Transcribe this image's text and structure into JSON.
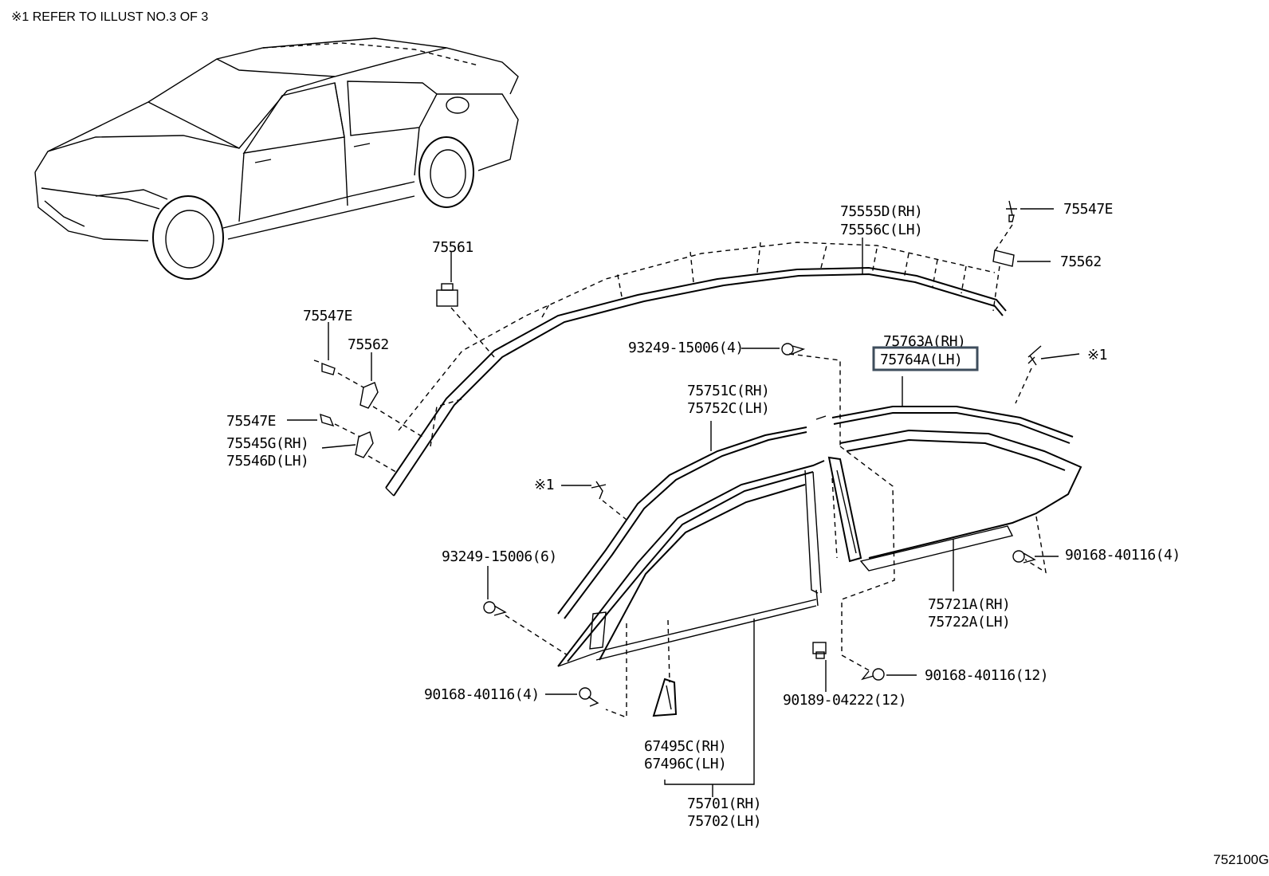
{
  "note": "※1 REFER TO ILLUST NO.3 OF 3",
  "figure_code": "752100G",
  "labels": {
    "p75555_rh": "75555D(RH)",
    "p75556_lh": "75556C(LH)",
    "p75547e_top": "75547E",
    "p75562_top": "75562",
    "p75561": "75561",
    "p75547e_left1": "75547E",
    "p75562_left": "75562",
    "p75547e_left2": "75547E",
    "p75545_rh": "75545G(RH)",
    "p75546_lh": "75546D(LH)",
    "p93249_4": "93249-15006(4)",
    "p75763_rh": "75763A(RH)",
    "p75764_lh": "75764A(LH)",
    "ref1_top": "※1",
    "p75751_rh": "75751C(RH)",
    "p75752_lh": "75752C(LH)",
    "ref1_mid": "※1",
    "p93249_6": "93249-15006(6)",
    "p90168_4_right": "90168-40116(4)",
    "p75721_rh": "75721A(RH)",
    "p75722_lh": "75722A(LH)",
    "p90168_12": "90168-40116(12)",
    "p90189_12": "90189-04222(12)",
    "p90168_4_left": "90168-40116(4)",
    "p67495_rh": "67495C(RH)",
    "p67496_lh": "67496C(LH)",
    "p75701_rh": "75701(RH)",
    "p75702_lh": "75702(LH)"
  },
  "highlight_color": "#3e4d5c"
}
